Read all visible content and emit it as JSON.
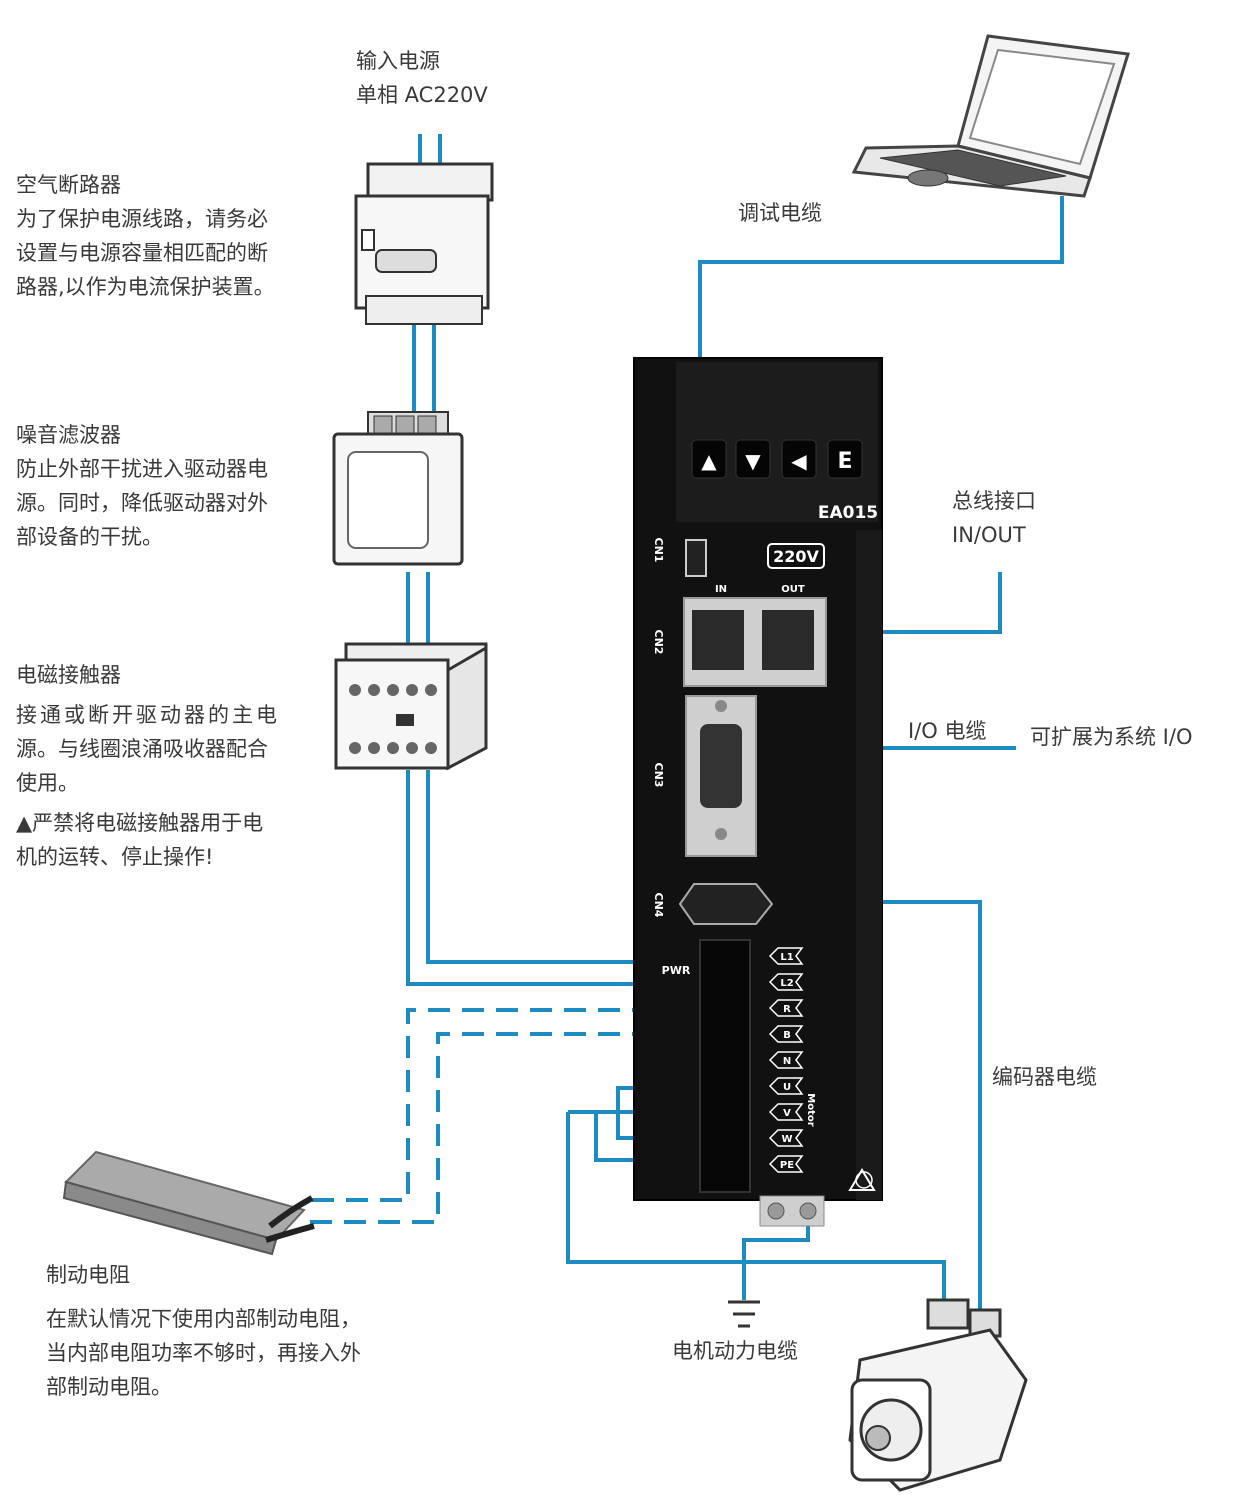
{
  "power_input": {
    "line1": "输入电源",
    "line2": "单相 AC220V"
  },
  "breaker": {
    "title": "空气断路器",
    "desc": [
      "为了保护电源线路，请务必",
      "设置与电源容量相匹配的断",
      "路器,以作为电流保护装置。"
    ]
  },
  "noise_filter": {
    "title": "噪音滤波器",
    "desc": [
      "防止外部干扰进入驱动器电",
      "源。同时，降低驱动器对外",
      "部设备的干扰。"
    ]
  },
  "contactor": {
    "title": "电磁接触器",
    "desc": [
      "接通或断开驱动器的主电",
      "源。与线圈浪涌吸收器配合",
      "使用。"
    ],
    "warning": [
      "▲严禁将电磁接触器用于电",
      "机的运转、停止操作!"
    ]
  },
  "brake_resistor": {
    "title": "制动电阻",
    "desc": [
      "在默认情况下使用内部制动电阻，",
      "当内部电阻功率不够时，再接入外",
      "部制动电阻。"
    ]
  },
  "debug_cable": "调试电缆",
  "bus_interface": {
    "line1": "总线接口",
    "line2": "IN/OUT"
  },
  "io_cable": "I/O 电缆",
  "io_expand": "可扩展为系统 I/O",
  "encoder_cable": "编码器电缆",
  "motor_power_cable": "电机动力电缆",
  "driver": {
    "model": "EA015",
    "voltage": "220V",
    "keys": [
      "▲",
      "▼",
      "◀",
      "E"
    ],
    "cn1": "CN1",
    "cn2": "CN2",
    "cn3": "CN3",
    "cn4": "CN4",
    "in_label": "IN",
    "out_label": "OUT",
    "pwr_label": "PWR",
    "terminals": [
      "L1",
      "L2",
      "R",
      "B",
      "N",
      "U",
      "V",
      "W",
      "PE"
    ],
    "motor_label": "Motor"
  },
  "colors": {
    "cable": "#1e8bc3",
    "driver_body": "#111111",
    "text": "#3a3a3a"
  }
}
